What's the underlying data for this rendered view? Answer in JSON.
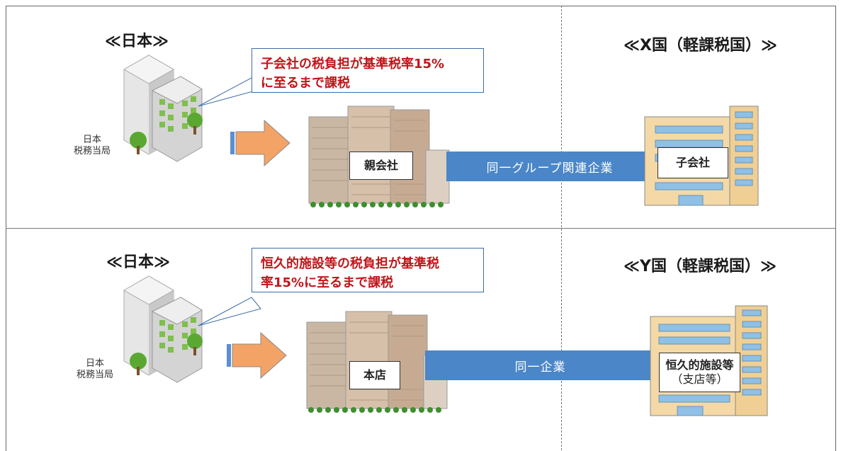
{
  "panels": [
    {
      "japan_label": "≪日本≫",
      "foreign_label": "≪X国（軽課税国）≫",
      "authority_lines": [
        "日本",
        "税務当局"
      ],
      "callout_lines": [
        "子会社の税負担が基準税率15%",
        "に至るまで課税"
      ],
      "parent_label": "親会社",
      "relation_label": "同一グループ関連企業",
      "foreign_entity_lines": [
        "子会社"
      ]
    },
    {
      "japan_label": "≪日本≫",
      "foreign_label": "≪Y国（軽課税国）≫",
      "authority_lines": [
        "日本",
        "税務当局"
      ],
      "callout_lines": [
        "恒久的施設等の税負担が基準税",
        "率15%に至るまで課税"
      ],
      "parent_label": "本店",
      "relation_label": "同一企業",
      "foreign_entity_lines": [
        "恒久的施設等",
        "（支店等）"
      ]
    }
  ],
  "colors": {
    "callout_text": "#c0161a",
    "callout_border": "#3b6ea8",
    "relation_bar": "#4a86c8",
    "arrow": "#f4a366",
    "tax_office_building": "#d9d9d9",
    "tree": "#5aa832",
    "hq_building": "#c8ae93",
    "foreign_building": "#f4d9a6",
    "foreign_windows": "#8fc0e6"
  }
}
